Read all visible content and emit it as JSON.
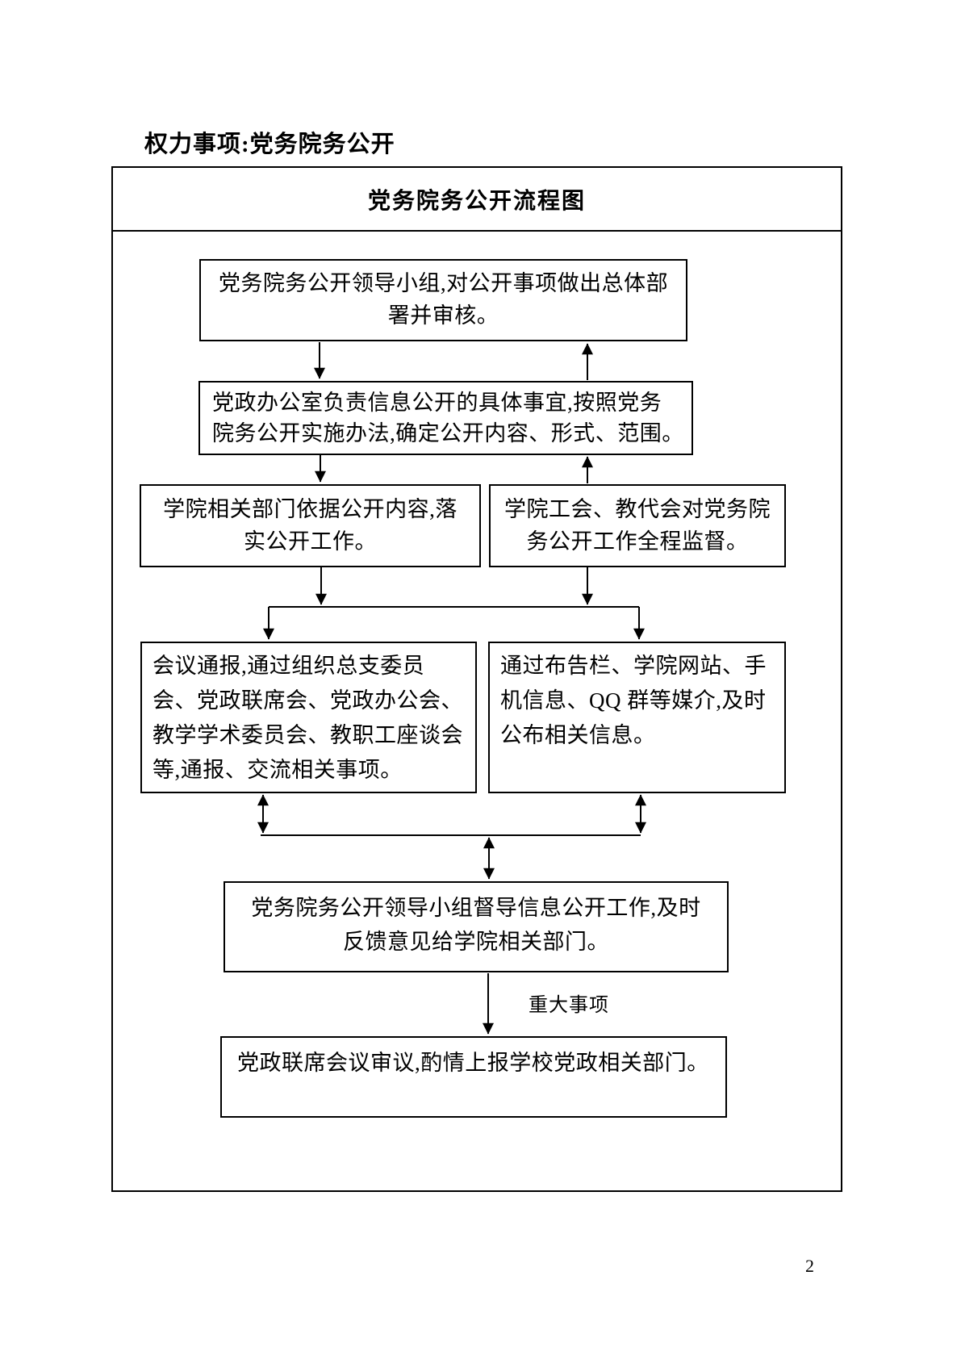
{
  "page": {
    "heading": "权力事项:党务院务公开",
    "page_number": "2"
  },
  "flowchart": {
    "title": "党务院务公开流程图",
    "nodes": {
      "leader_group": "党务院务公开领导小组,对公开事项做出总体部\n署并审核。",
      "office": "党政办公室负责信息公开的具体事宜,按照党务\n院务公开实施办法,确定公开内容、形式、范围。",
      "departments": "学院相关部门依据公开内容,落\n实公开工作。",
      "union_congress": "学院工会、教代会对党务院\n务公开工作全程监督。",
      "meeting_report": "会议通报,通过组织总支委员\n会、党政联席会、党政办公会、\n教学学术委员会、教职工座谈会\n等,通报、交流相关事项。",
      "media_release": "通过布告栏、学院网站、手\n机信息、QQ 群等媒介,及时\n公布相关信息。",
      "supervise_feedback": "党务院务公开领导小组督导信息公开工作,及时\n反馈意见给学院相关部门。",
      "joint_review": "党政联席会议审议,酌情上报学校党政相关部门。"
    },
    "edge_label_major": "重大事项"
  }
}
